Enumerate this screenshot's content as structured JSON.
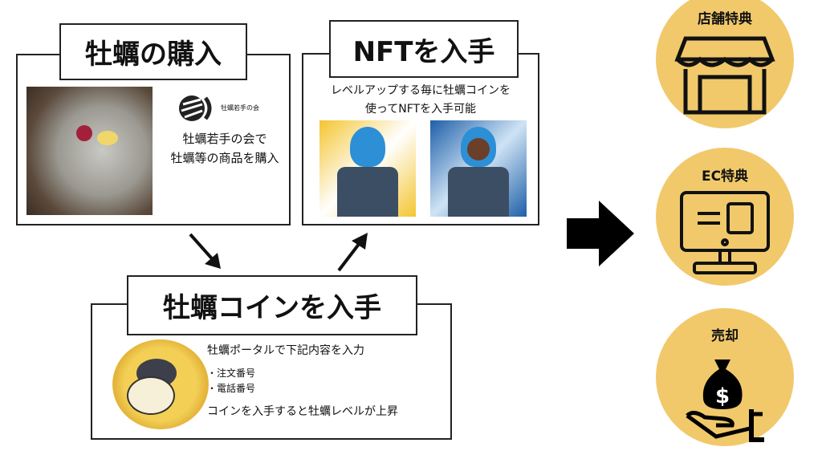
{
  "purchase": {
    "title": "牡蠣の購入",
    "logo_text": "牡蠣若手の会",
    "lines": [
      "牡蠣若手の会で",
      "牡蠣等の商品を購入"
    ]
  },
  "nft": {
    "title": "NFTを入手",
    "lines": [
      "レベルアップする毎に牡蠣コインを",
      "使ってNFTを入手可能"
    ]
  },
  "coin": {
    "title": "牡蠣コインを入手",
    "intro": "牡蠣ポータルで下記内容を入力",
    "items": [
      "・注文番号",
      "・電話番号"
    ],
    "outro": "コインを入手すると牡蠣レベルが上昇"
  },
  "benefits": [
    {
      "label": "店舗特典",
      "icon": "storefront-icon"
    },
    {
      "label": "EC特典",
      "icon": "computer-monitor-icon"
    },
    {
      "label": "売却",
      "icon": "money-bag-hand-icon"
    }
  ],
  "colors": {
    "circle": "#f1c96b",
    "border": "#222222"
  }
}
